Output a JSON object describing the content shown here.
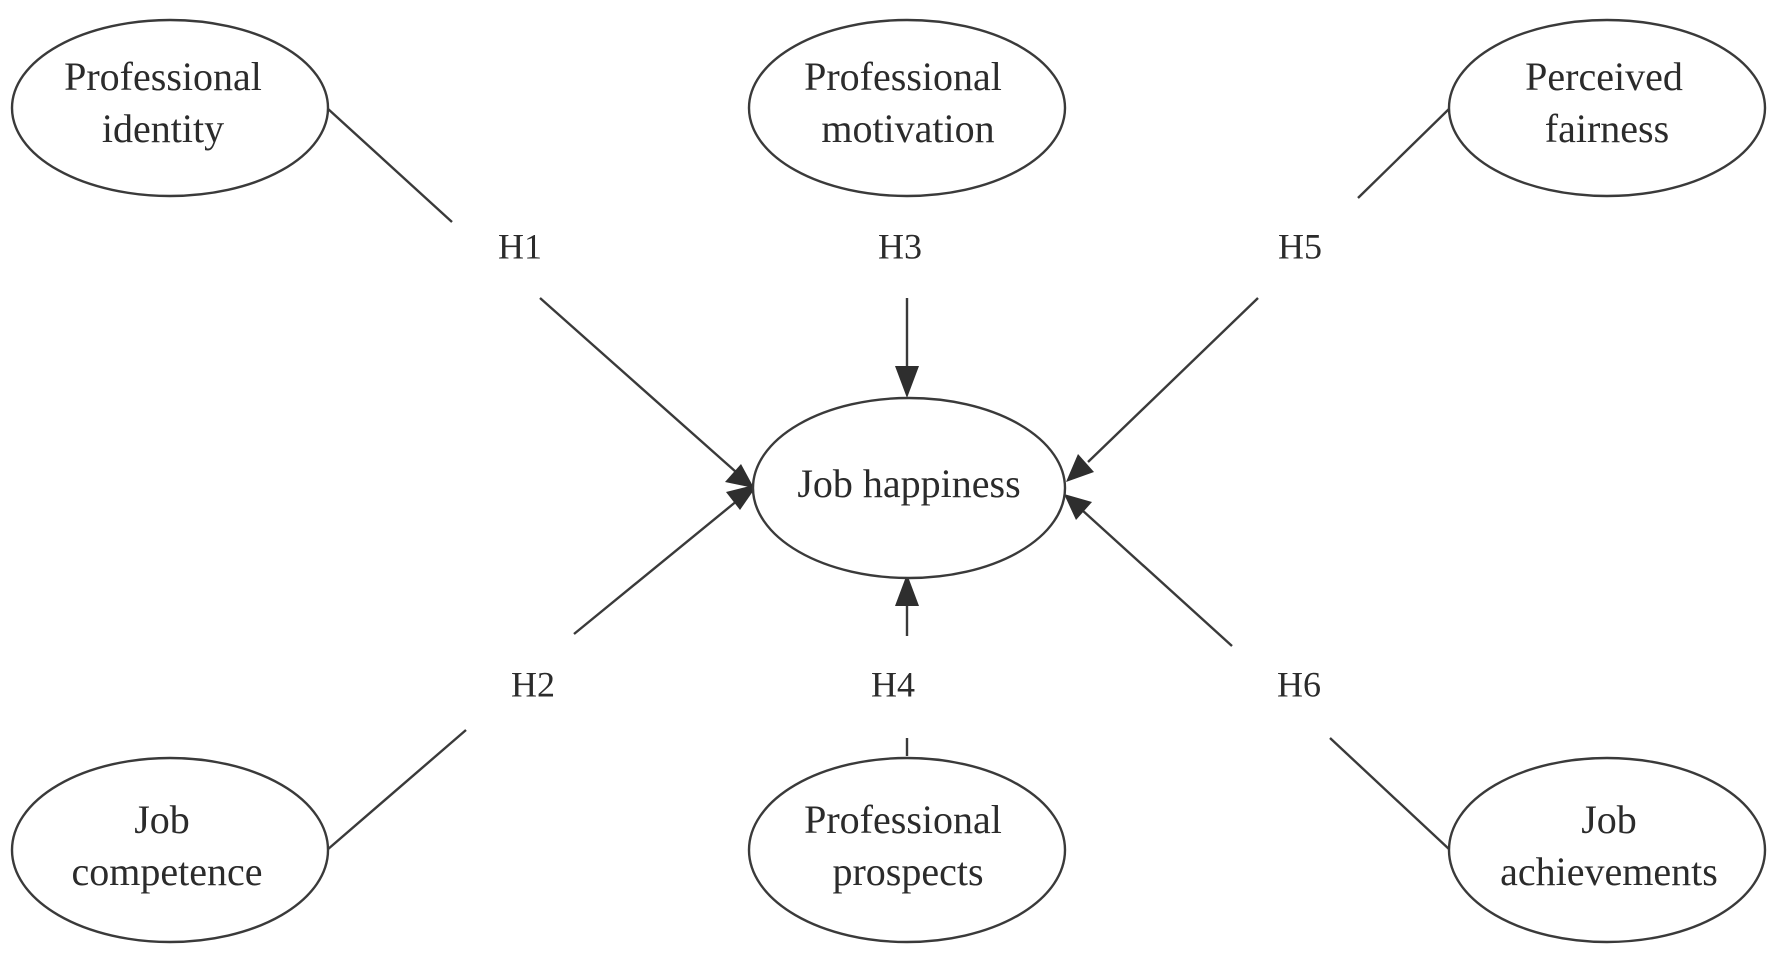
{
  "nodes": {
    "professional_identity": {
      "lines": [
        "Professional",
        "identity"
      ]
    },
    "professional_motivation": {
      "lines": [
        "Professional",
        "motivation"
      ]
    },
    "perceived_fairness": {
      "lines": [
        "Perceived",
        "fairness"
      ]
    },
    "job_happiness": {
      "lines": [
        "Job happiness"
      ]
    },
    "job_competence": {
      "lines": [
        "Job",
        "competence"
      ]
    },
    "professional_prospects": {
      "lines": [
        "Professional",
        "prospects"
      ]
    },
    "job_achievements": {
      "lines": [
        "Job",
        "achievements"
      ]
    }
  },
  "hypotheses": {
    "h1": "H1",
    "h2": "H2",
    "h3": "H3",
    "h4": "H4",
    "h5": "H5",
    "h6": "H6"
  },
  "colors": {
    "stroke": "#3a3a3a",
    "text": "#2b2b2b",
    "background": "#ffffff"
  }
}
